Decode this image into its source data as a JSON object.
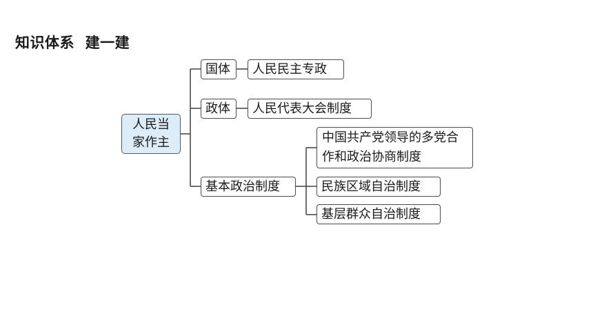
{
  "header": {
    "title": "知识体系  建一建"
  },
  "mindmap": {
    "root": "人民当家作主",
    "branches": [
      {
        "label": "国体",
        "children": [
          "人民民主专政"
        ]
      },
      {
        "label": "政体",
        "children": [
          "人民代表大会制度"
        ]
      },
      {
        "label": "基本政治制度",
        "children": [
          "中国共产党领导的多党合作和政治协商制度",
          "民族区域自治制度",
          "基层群众自治制度"
        ]
      }
    ]
  },
  "colors": {
    "root_fill": "#dcecf9",
    "border": "#4a4a4a",
    "line": "#4a4a4a"
  }
}
